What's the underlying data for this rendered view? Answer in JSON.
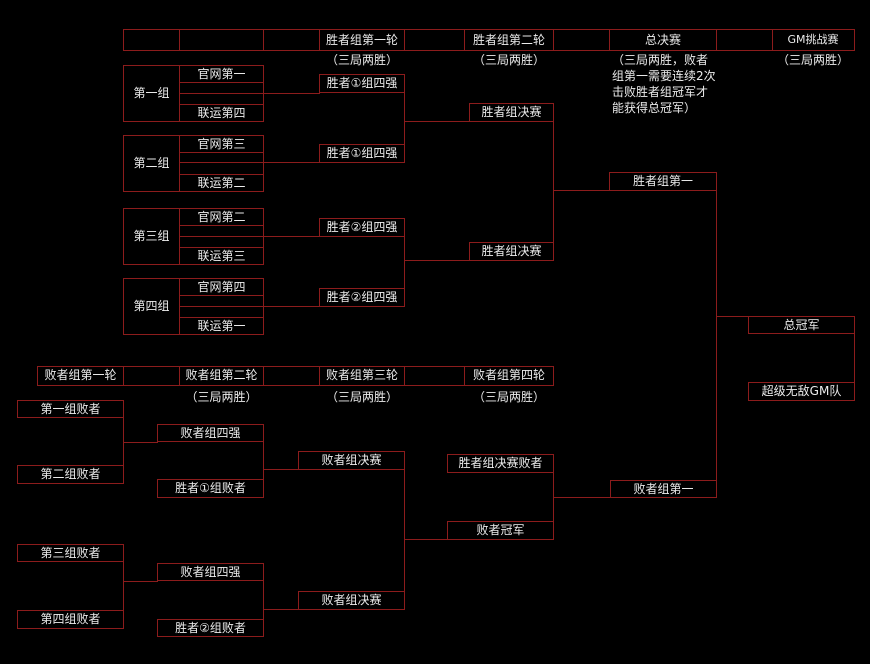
{
  "colors": {
    "background": "#000000",
    "border": "#8c1c1c",
    "text": "#ececec"
  },
  "winners_header": [
    "胜者组第一轮",
    "胜者组第二轮",
    "总决赛",
    "GM挑战赛"
  ],
  "winners_notes": [
    "（三局两胜）",
    "（三局两胜）",
    "（三局两胜）"
  ],
  "final_note_lines": [
    "（三局两胜，败者",
    "组第一需要连续2次",
    "击败胜者组冠军才",
    "能获得总冠军）"
  ],
  "groups": [
    {
      "name": "第一组",
      "first": "官网第一",
      "second": "联运第四"
    },
    {
      "name": "第二组",
      "first": "官网第三",
      "second": "联运第二"
    },
    {
      "name": "第三组",
      "first": "官网第二",
      "second": "联运第三"
    },
    {
      "name": "第四组",
      "first": "官网第四",
      "second": "联运第一"
    }
  ],
  "winners_round1": [
    "胜者①组四强",
    "胜者①组四强",
    "胜者②组四强",
    "胜者②组四强"
  ],
  "winners_round2": [
    "胜者组决赛",
    "胜者组决赛"
  ],
  "winners_first": "胜者组第一",
  "champion": "总冠军",
  "gm_team": "超级无敌GM队",
  "losers_header": [
    "败者组第一轮",
    "败者组第二轮",
    "败者组第三轮",
    "败者组第四轮"
  ],
  "losers_notes": [
    "（三局两胜）",
    "（三局两胜）",
    "（三局两胜）"
  ],
  "losers_round1": [
    "第一组败者",
    "第二组败者",
    "第三组败者",
    "第四组败者"
  ],
  "losers_round2": [
    "败者组四强",
    "胜者①组败者",
    "败者组四强",
    "胜者②组败者"
  ],
  "losers_round3": [
    "败者组决赛",
    "败者组决赛"
  ],
  "losers_round4": [
    "胜者组决赛败者",
    "败者冠军"
  ],
  "losers_first": "败者组第一"
}
